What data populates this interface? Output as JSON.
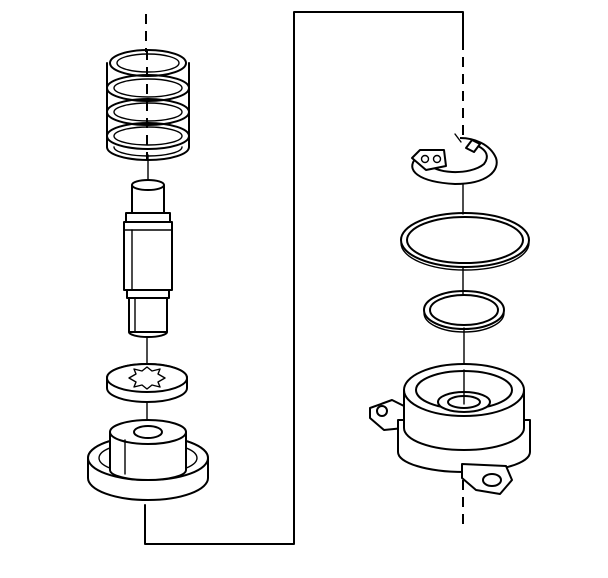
{
  "diagram": {
    "type": "exploded-assembly-illustration",
    "background": "#ffffff",
    "line_color": "#000000",
    "components": [
      {
        "id": "coil-spring",
        "icon": "coil-spring-icon"
      },
      {
        "id": "piston",
        "icon": "piston-icon"
      },
      {
        "id": "lock-washer",
        "icon": "star-lock-washer-icon"
      },
      {
        "id": "spring-seat",
        "icon": "spring-seat-icon"
      },
      {
        "id": "snap-ring",
        "icon": "snap-ring-icon"
      },
      {
        "id": "large-o-ring",
        "icon": "o-ring-icon"
      },
      {
        "id": "small-o-ring",
        "icon": "o-ring-icon"
      },
      {
        "id": "housing",
        "icon": "housing-icon"
      }
    ]
  }
}
